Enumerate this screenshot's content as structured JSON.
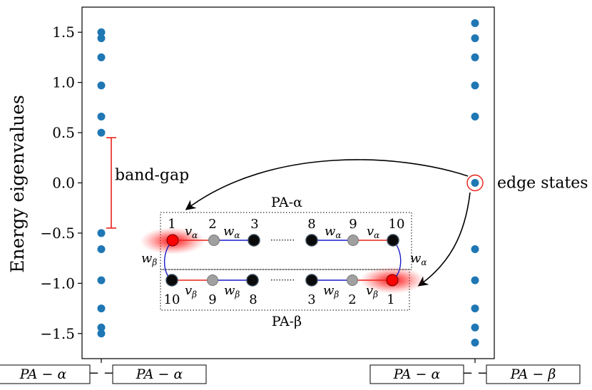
{
  "chart_data": {
    "type": "scatter",
    "ylabel": "Energy eigenvalues",
    "ylim": [
      -1.75,
      1.75
    ],
    "yticks": [
      -1.5,
      -1.0,
      -0.5,
      0.0,
      0.5,
      1.0,
      1.5
    ],
    "ytick_labels": [
      "−1.5",
      "−1.0",
      "−0.5",
      "0.0",
      "0.5",
      "1.0",
      "1.5"
    ],
    "categories": [
      "PA−α−−PA−α",
      "PA−α−−PA−β"
    ],
    "category_labels": [
      {
        "left": "PA − α",
        "dash": "− −",
        "right": "PA − α"
      },
      {
        "left": "PA − α",
        "dash": "− −",
        "right": "PA − β"
      }
    ],
    "series": [
      {
        "category": 0,
        "values": [
          1.5,
          1.44,
          1.25,
          0.97,
          0.66,
          0.5,
          -0.5,
          -0.66,
          -0.97,
          -1.25,
          -1.44,
          -1.5
        ]
      },
      {
        "category": 1,
        "values": [
          1.59,
          1.44,
          1.25,
          0.97,
          0.66,
          0.0,
          -0.66,
          -0.97,
          -1.25,
          -1.44,
          -1.59
        ]
      }
    ],
    "marker_color": "#1f77b4",
    "grid": false,
    "annotations": {
      "band_gap": {
        "label": "band-gap",
        "from": -0.45,
        "to": 0.45,
        "color": "#e8211a"
      },
      "edge_states": {
        "label": "edge states",
        "y": 0.0
      }
    },
    "inset": {
      "title_top": "PA-α",
      "title_bottom": "PA-β",
      "dots": "·········",
      "top_chain_labels": [
        "1",
        "2",
        "3",
        "8",
        "9",
        "10"
      ],
      "bottom_chain_labels": [
        "10",
        "9",
        "8",
        "3",
        "2",
        "1"
      ],
      "couplings_top": [
        "v",
        "α",
        "w",
        "α",
        "w",
        "α",
        "v",
        "α"
      ],
      "couplings_bottom": [
        "v",
        "β",
        "w",
        "β",
        "w",
        "β",
        "v",
        "β"
      ],
      "link_left": {
        "sym": "w",
        "sub": "β"
      },
      "link_right": {
        "sym": "w",
        "sub": "α"
      },
      "colors": {
        "v_bond": "#e8211a",
        "w_bond": "#1a1ac8",
        "site": "#000000",
        "mid_site": "#a0a0a0",
        "edge_glow": "#ff0000"
      }
    }
  }
}
